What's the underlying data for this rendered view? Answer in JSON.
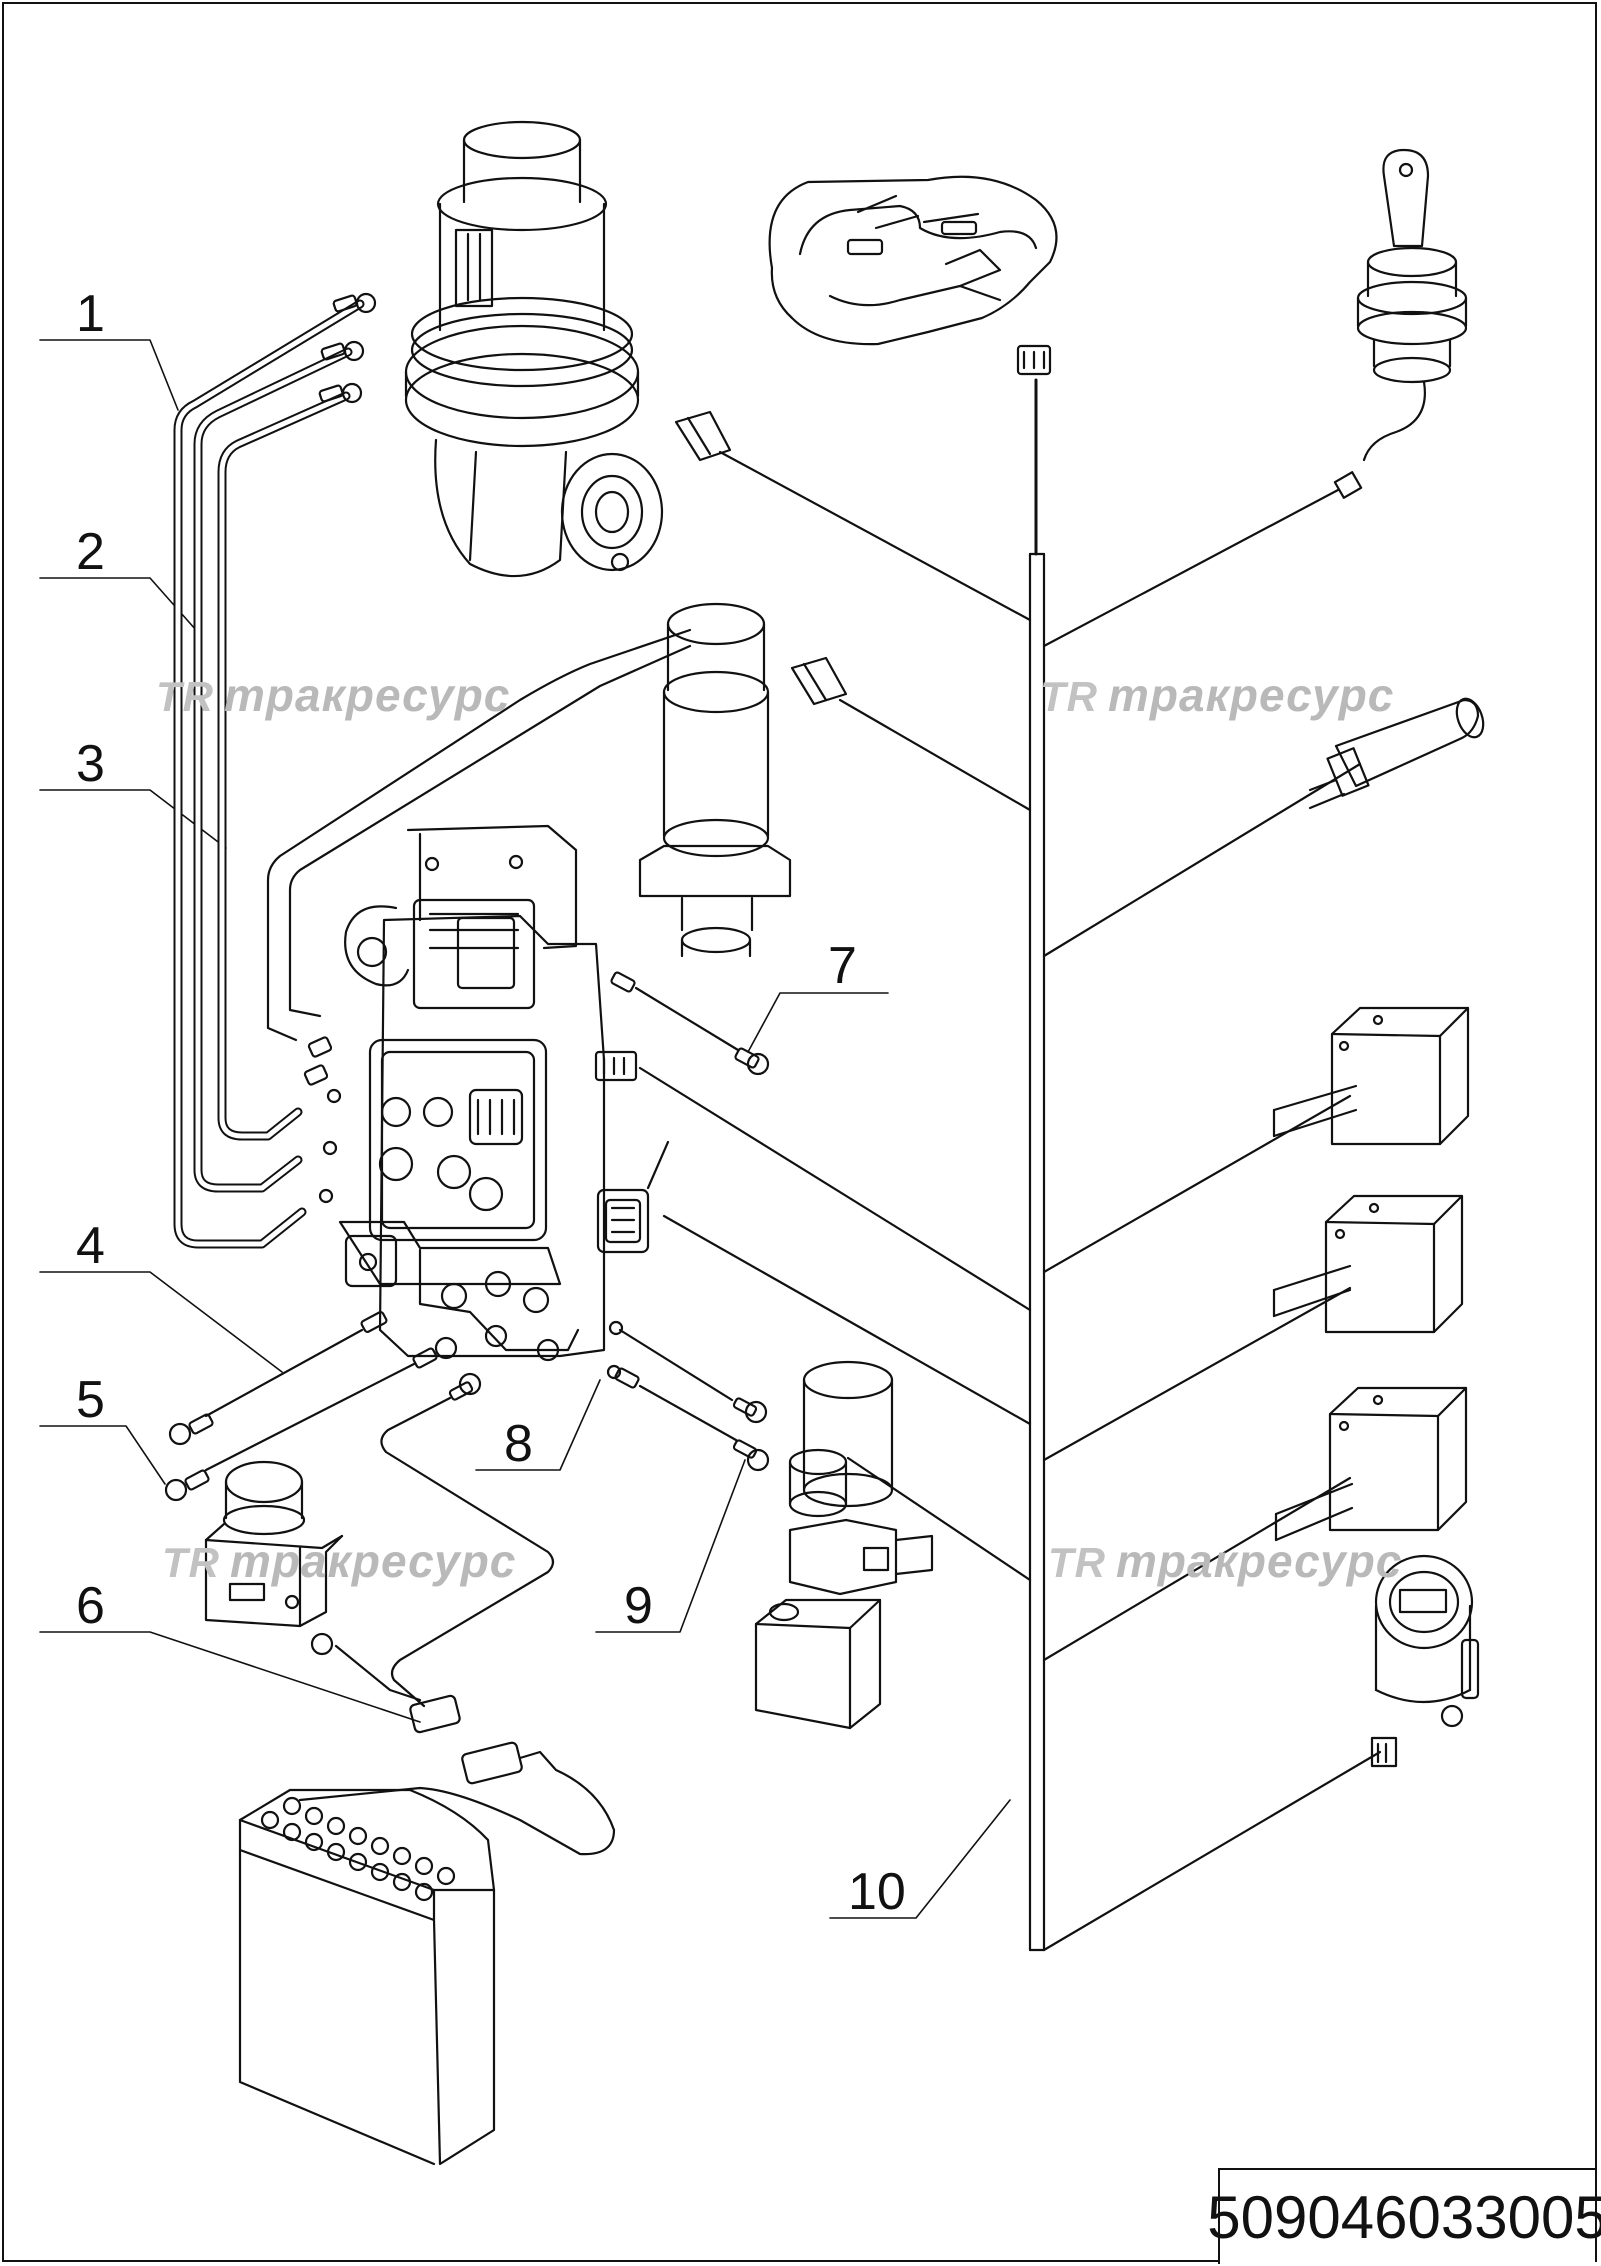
{
  "callouts": {
    "c1": "1",
    "c2": "2",
    "c3": "3",
    "c4": "4",
    "c5": "5",
    "c6": "6",
    "c7": "7",
    "c8": "8",
    "c9": "9",
    "c10": "10"
  },
  "watermark": {
    "logo": "TR",
    "text": "тракресурс"
  },
  "drawing_number": "509046033005",
  "colors": {
    "line": "#111111",
    "watermark": "#b9b9b9",
    "background": "#ffffff"
  }
}
